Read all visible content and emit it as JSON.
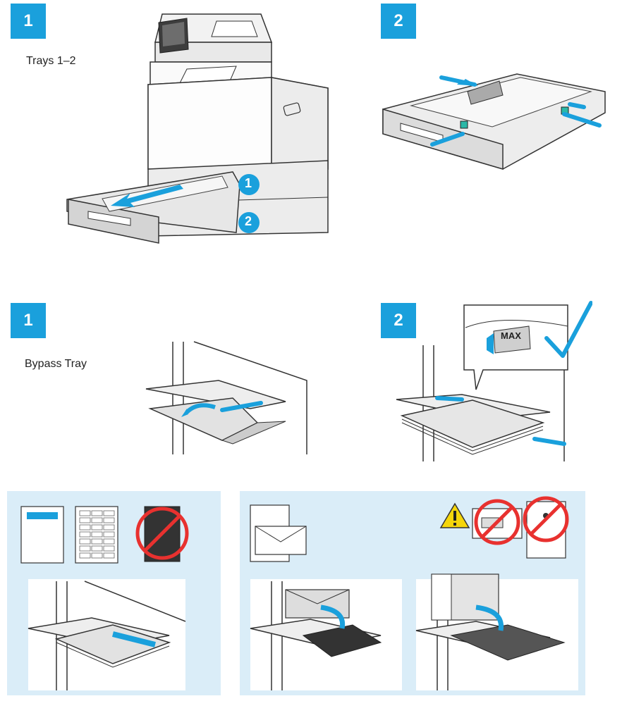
{
  "section_trays": {
    "step1": {
      "number": "1",
      "caption": "Trays 1–2",
      "callout_1": "1",
      "callout_2": "2"
    },
    "step2": {
      "number": "2"
    }
  },
  "section_bypass": {
    "step1": {
      "number": "1",
      "caption": "Bypass Tray"
    },
    "step2": {
      "number": "2",
      "max_label": "MAX"
    }
  },
  "colors": {
    "accent": "#1aa0dc",
    "panel_bg": "#daedf8",
    "prohibited": "#e8312f",
    "warning": "#f5d60a"
  },
  "icons": [
    "printer",
    "paper-tray",
    "arrow",
    "prohibited",
    "warning",
    "envelope",
    "label-sheet",
    "check-mark"
  ]
}
